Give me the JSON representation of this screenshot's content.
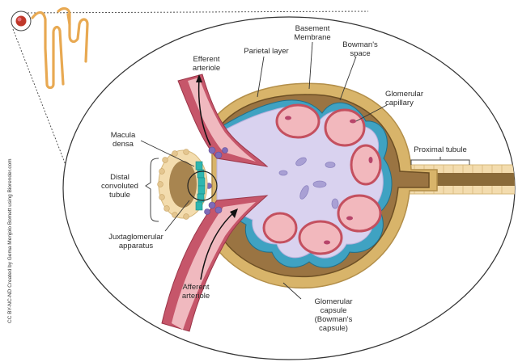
{
  "labels": {
    "efferent_arteriole": [
      "Efferent",
      "arteriole"
    ],
    "parietal_layer": [
      "Parietal layer"
    ],
    "basement_membrane": [
      "Basement",
      "Membrane"
    ],
    "bowmans_space": [
      "Bowman's",
      "space"
    ],
    "glomerular_capillary": [
      "Glomerular",
      "capillary"
    ],
    "macula_densa": [
      "Macula",
      "densa"
    ],
    "proximal_tubule": [
      "Proximal tubule"
    ],
    "distal_convoluted_tubule": [
      "Distal",
      "convoluted",
      "tubule"
    ],
    "juxtaglomerular_apparatus": [
      "Juxtaglomerular",
      "apparatus"
    ],
    "afferent_arteriole": [
      "Afferent",
      "arteriole"
    ],
    "glomerular_capsule": [
      "Glomerular",
      "capsule",
      "(Bowman's",
      "capsule)"
    ]
  },
  "credit": "CC BY-NC-ND Created by Gema Menjolo Bomett using Biorender.com",
  "colors": {
    "capsule_outer": "#d8b46a",
    "capsule_wall": "#8b6530",
    "bowmans_space": "#a07a45",
    "epithelium": "#3fa2c2",
    "capillary": "#f2b8bd",
    "capillary_wall": "#c4505f",
    "mesangium": "#d9d2ef",
    "arteriole": "#c6566a",
    "tubule": "#f3dcae",
    "macula_cells": "#2fb6b0"
  }
}
